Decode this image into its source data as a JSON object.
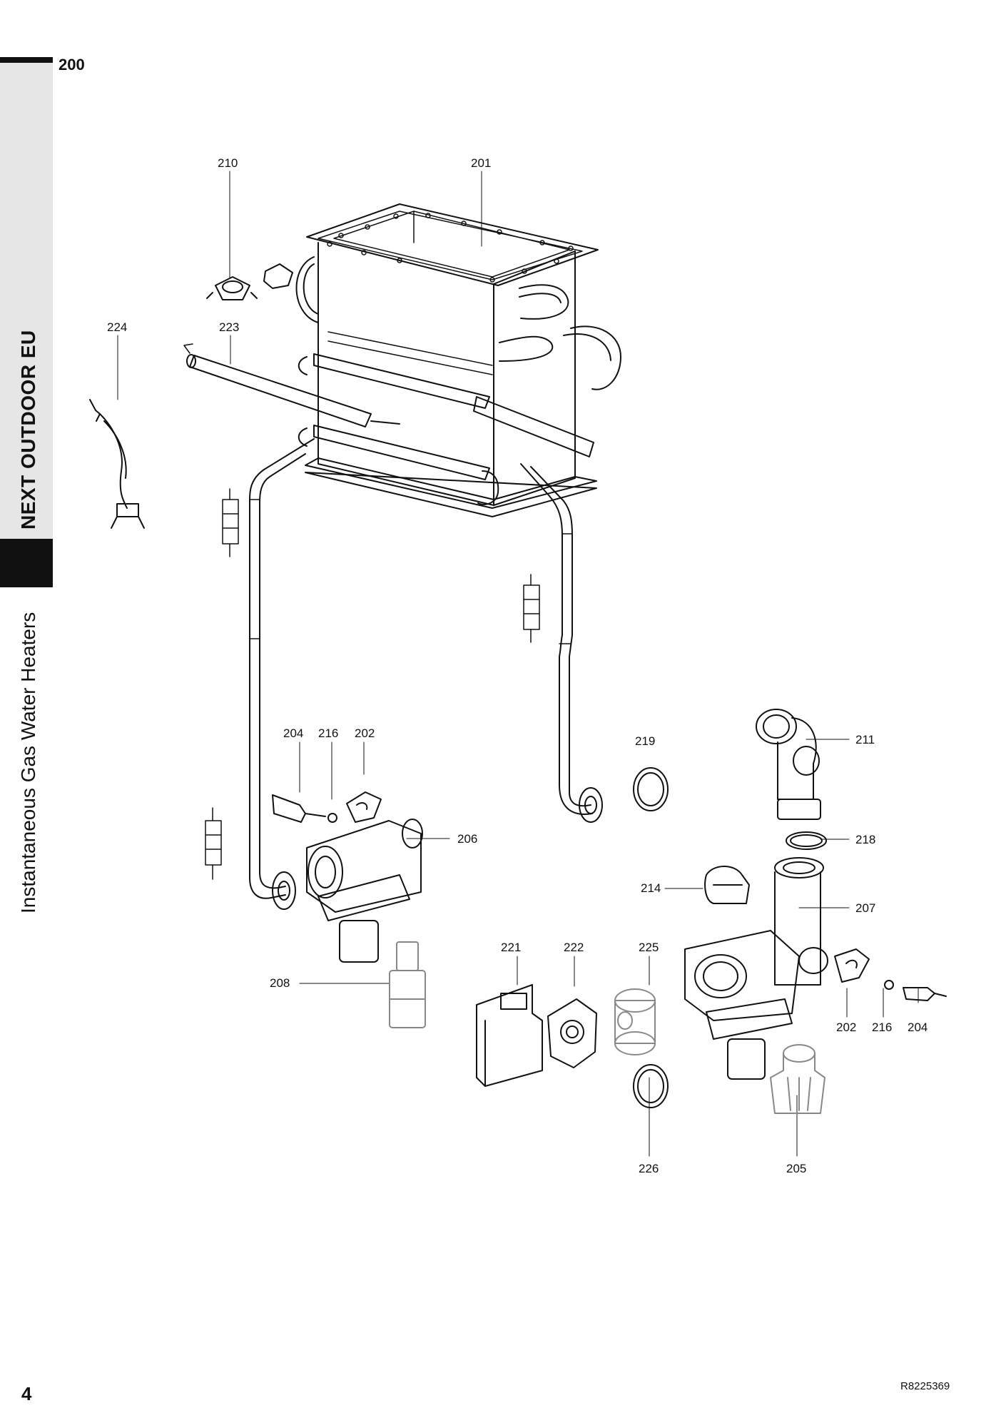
{
  "section_number": "200",
  "side_tab": {
    "product": "NEXT OUTDOOR EU",
    "category": "Instantaneous Gas Water Heaters"
  },
  "page_number": "4",
  "document_code": "R8225369",
  "callouts": {
    "c201": "201",
    "c202a": "202",
    "c202b": "202",
    "c204a": "204",
    "c204b": "204",
    "c205": "205",
    "c206": "206",
    "c207": "207",
    "c208": "208",
    "c210": "210",
    "c211": "211",
    "c214": "214",
    "c216a": "216",
    "c216b": "216",
    "c218": "218",
    "c219": "219",
    "c221": "221",
    "c222": "222",
    "c223": "223",
    "c224": "224",
    "c225": "225",
    "c226": "226"
  }
}
